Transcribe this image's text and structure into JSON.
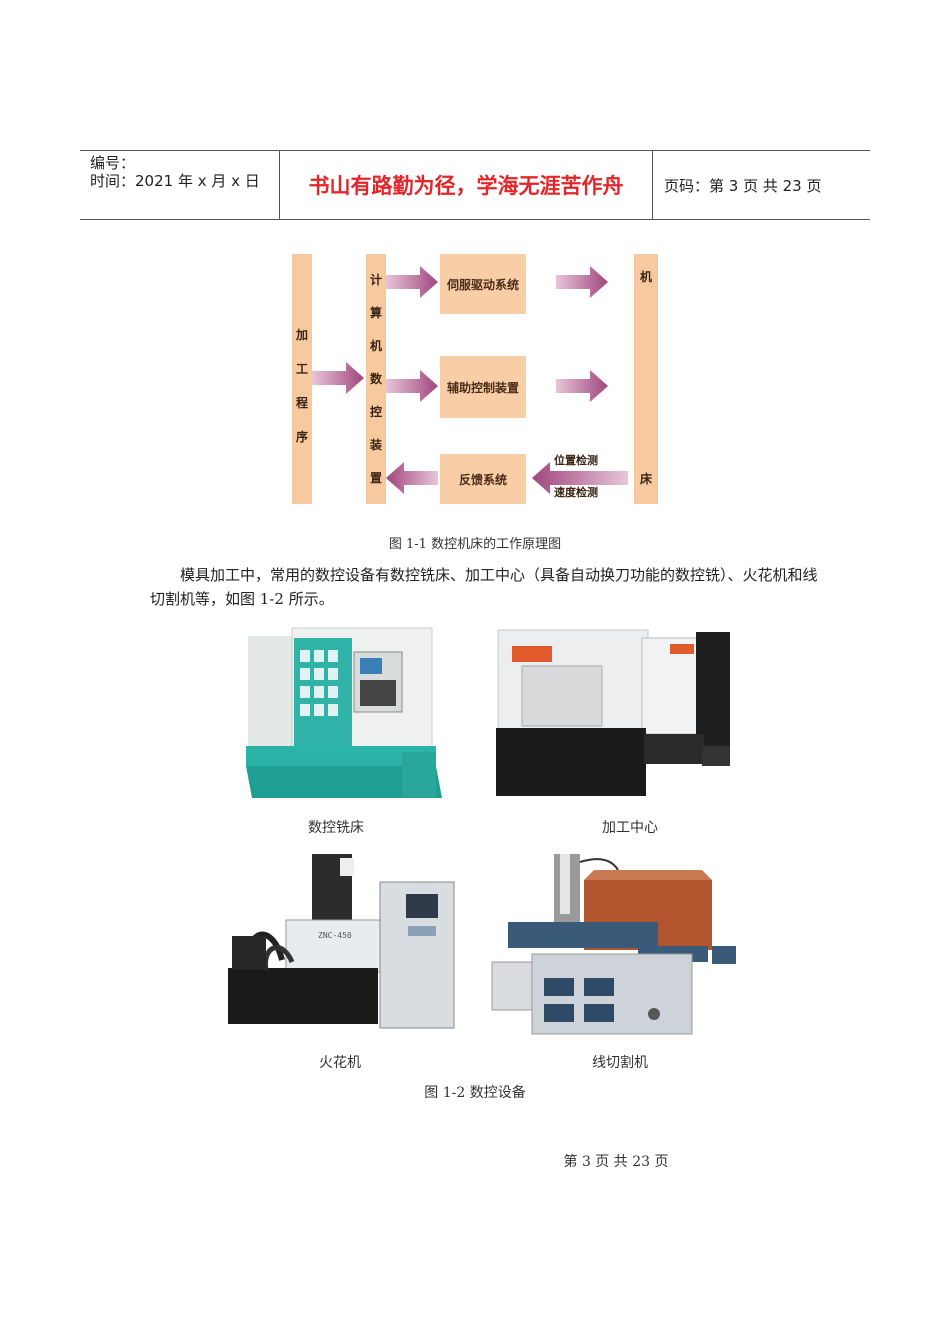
{
  "header": {
    "number_label": "编号：",
    "time_label": "时间：2021 年 x 月 x 日",
    "motto": "书山有路勤为径，学海无涯苦作舟",
    "page_label": "页码：第 3 页  共 23 页"
  },
  "diagram": {
    "left_bar": "加工程序",
    "cnc_bar": "计算机数控装置",
    "box_servo": "伺服驱动系统",
    "box_aux": "辅助控制装置",
    "box_feedback": "反馈系统",
    "feedback_pos": "位置检测",
    "feedback_speed": "速度检测",
    "machine_top": "机",
    "machine_bottom": "床",
    "colors": {
      "bar": "#f7c99f",
      "arrow": "#a0457d"
    }
  },
  "figure1_caption": "图 1-1    数控机床的工作原理图",
  "paragraph": "模具加工中，常用的数控设备有数控铣床、加工中心（具备自动换刀功能的数控铣）、火花机和线切割机等，如图 1-2 所示。",
  "machines": {
    "milling_label": "数控铣床",
    "center_label": "加工中心",
    "edm_label": "火花机",
    "edm_model": "ZNC-450",
    "wire_label": "线切割机"
  },
  "figure2_caption": "图 1-2    数控设备",
  "footer": "第  3  页  共  23  页"
}
